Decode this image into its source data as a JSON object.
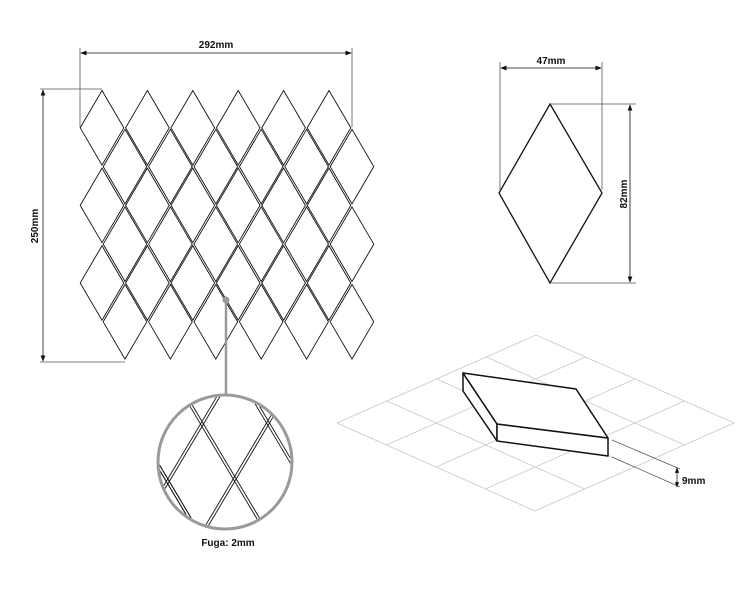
{
  "labels": {
    "sheet_width": "292mm",
    "sheet_height": "250mm",
    "tile_width": "47mm",
    "tile_height": "82mm",
    "tile_thickness": "9mm",
    "grout": "Fuga: 2mm"
  },
  "colors": {
    "line": "#111111",
    "dimension": "#555555",
    "callout": "#9a9a9a",
    "grid": "#c8c8c8"
  }
}
